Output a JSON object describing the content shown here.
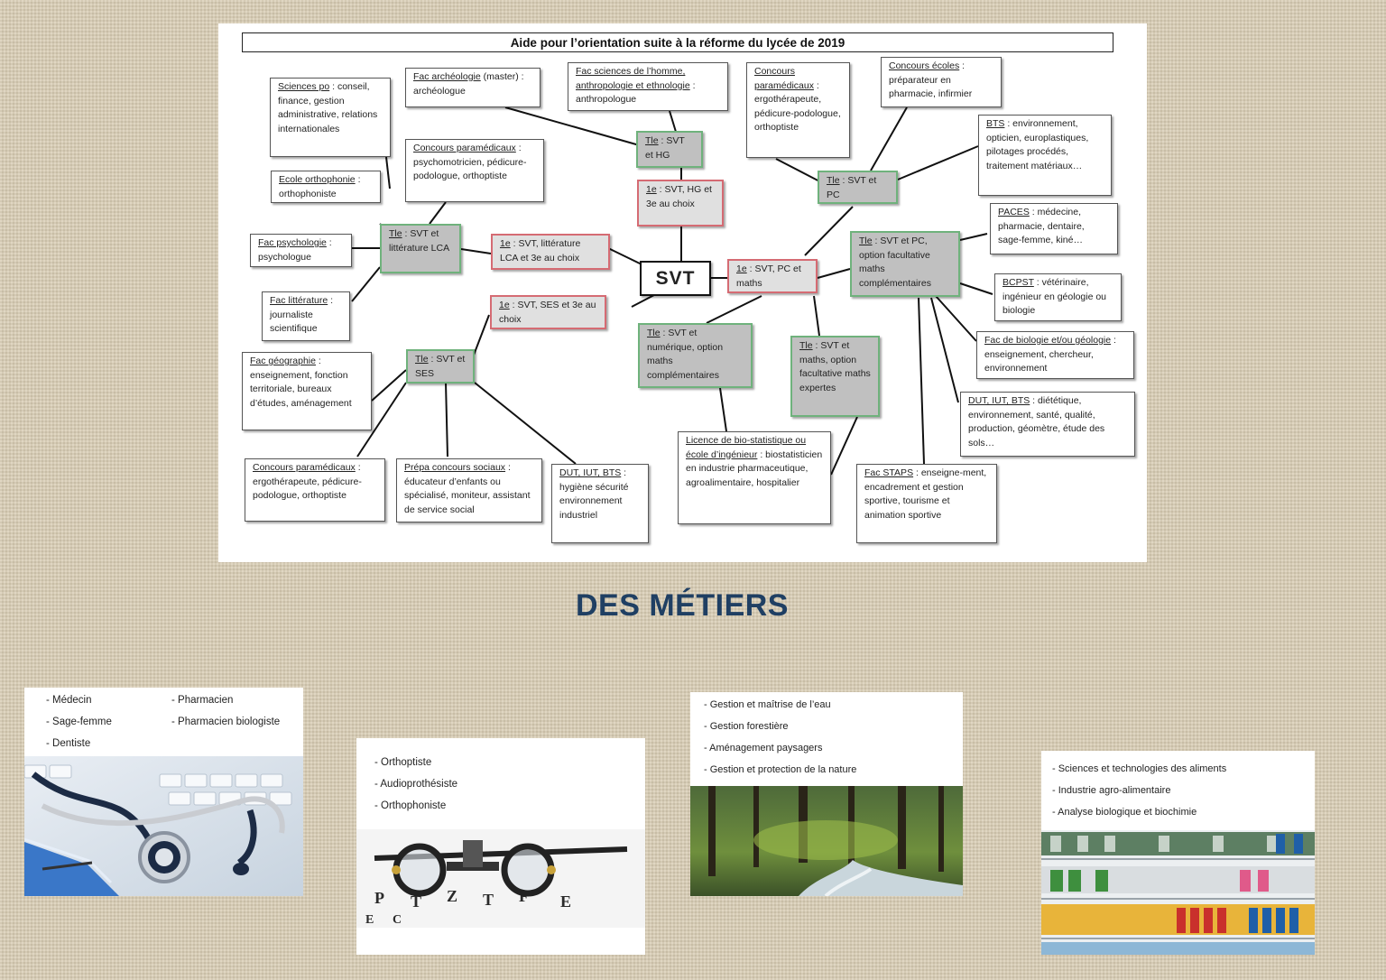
{
  "diagram": {
    "title": "Aide pour l’orientation suite à la réforme du lycée de 2019",
    "center": "SVT",
    "nodes": {
      "sciences_po": {
        "key": "Sciences po",
        "rest": " : conseil, finance, gestion administrative, relations internationales"
      },
      "fac_archeo": {
        "key": "Fac archéologie",
        "rest": " (master) : archéologue"
      },
      "fac_sciences_homme": {
        "key": "Fac sciences de l’homme, anthropologie et ethnologie",
        "rest": " : anthropologue"
      },
      "concours_paramed_top": {
        "key": "Concours paramédicaux",
        "rest": " : ergothérapeute, pédicure-podologue, orthoptiste"
      },
      "concours_ecoles": {
        "key": "Concours écoles",
        "rest": " : préparateur en pharmacie, infirmier"
      },
      "bts_env": {
        "key": "BTS",
        "rest": " : environnement, opticien, europlastiques, pilotages procédés, traitement matériaux…"
      },
      "concours_paramed_psy": {
        "key": "Concours paramédicaux",
        "rest": " : psychomotricien, pédicure-podologue, orthoptiste"
      },
      "ecole_ortho": {
        "key": "Ecole orthophonie",
        "rest": " : orthophoniste"
      },
      "tle_svt_hg": {
        "key": "Tle",
        "rest": " : SVT et HG"
      },
      "first_svt_hg": {
        "key": "1e",
        "rest": " : SVT, HG et 3e au choix"
      },
      "tle_svt_pc": {
        "key": "Tle",
        "rest": " : SVT et PC"
      },
      "paces": {
        "key": "PACES",
        "rest": " : médecine, pharmacie, dentaire, sage-femme, kiné…"
      },
      "fac_psy": {
        "key": "Fac psychologie",
        "rest": " : psychologue"
      },
      "tle_svt_lca": {
        "key": "Tle",
        "rest": " : SVT et littérature LCA"
      },
      "first_svt_lit": {
        "key": "1e",
        "rest": " : SVT, littérature LCA et 3e au choix"
      },
      "first_svt_pc": {
        "key": "1e",
        "rest": " : SVT, PC et maths"
      },
      "tle_svt_pc_opt": {
        "key": "Tle",
        "rest": " : SVT et PC, option facultative maths complémentaires"
      },
      "bcpst": {
        "key": "BCPST",
        "rest": " : vétérinaire, ingénieur en géologie ou biologie"
      },
      "fac_lit": {
        "key": "Fac littérature",
        "rest": " : journaliste scientifique"
      },
      "first_svt_ses": {
        "key": "1e",
        "rest": " : SVT, SES et 3e au choix"
      },
      "tle_svt_num": {
        "key": "Tle",
        "rest": " : SVT et numérique, option maths complémentaires"
      },
      "tle_svt_maths": {
        "key": "Tle",
        "rest": " : SVT et maths, option facultative maths expertes"
      },
      "fac_bio": {
        "key": "Fac de biologie et/ou géologie",
        "rest": " : enseignement, chercheur, environnement"
      },
      "fac_geo": {
        "key": "Fac géographie",
        "rest": " : enseignement, fonction territoriale, bureaux d’études, aménagement"
      },
      "tle_svt_ses": {
        "key": "Tle",
        "rest": " : SVT et SES"
      },
      "dut_iut_bts_diet": {
        "key": "DUT, IUT, BTS",
        "rest": " : diététique, environnement, santé, qualité, production, géomètre, étude des sols…"
      },
      "licence_biostat": {
        "key": "Licence de bio-statistique ou école d’ingénieur",
        "rest": " : biostatisticien en industrie pharmaceutique, agroalimentaire, hospitalier"
      },
      "concours_paramed_bottom": {
        "key": "Concours paramédicaux",
        "rest": " : ergothérapeute, pédicure-podologue, orthoptiste"
      },
      "prepa_sociaux": {
        "key": "Prépa concours sociaux",
        "rest": " : éducateur d’enfants ou spécialisé, moniteur, assistant de service social"
      },
      "dut_iut_bts_hyg": {
        "key": "DUT, IUT, BTS",
        "rest": " : hygiène sécurité environnement industriel"
      },
      "fac_staps": {
        "key": "Fac STAPS",
        "rest": " : enseigne-ment, encadrement et gestion sportive, tourisme et animation sportive"
      }
    }
  },
  "section_title": "DES MÉTIERS",
  "cards": {
    "health": {
      "col1": [
        "- Médecin",
        "- Sage-femme",
        "- Dentiste"
      ],
      "col2": [
        "- Pharmacien",
        "- Pharmacien biologiste"
      ],
      "photo": "stethoscope-keyboard-photo"
    },
    "vision": {
      "items": [
        "- Orthoptiste",
        "- Audioprothésiste",
        "- Orthophoniste"
      ],
      "photo": "eye-test-glasses-photo"
    },
    "nature": {
      "items": [
        "- Gestion et maîtrise de l’eau",
        "- Gestion forestière",
        "- Aménagement paysagers",
        "- Gestion et protection de la nature"
      ],
      "photo": "forest-stream-photo"
    },
    "food": {
      "items": [
        "- Sciences et technologies des aliments",
        "- Industrie agro-alimentaire",
        "- Analyse biologique et biochimie"
      ],
      "photo": "supermarket-shelves-photo"
    }
  }
}
